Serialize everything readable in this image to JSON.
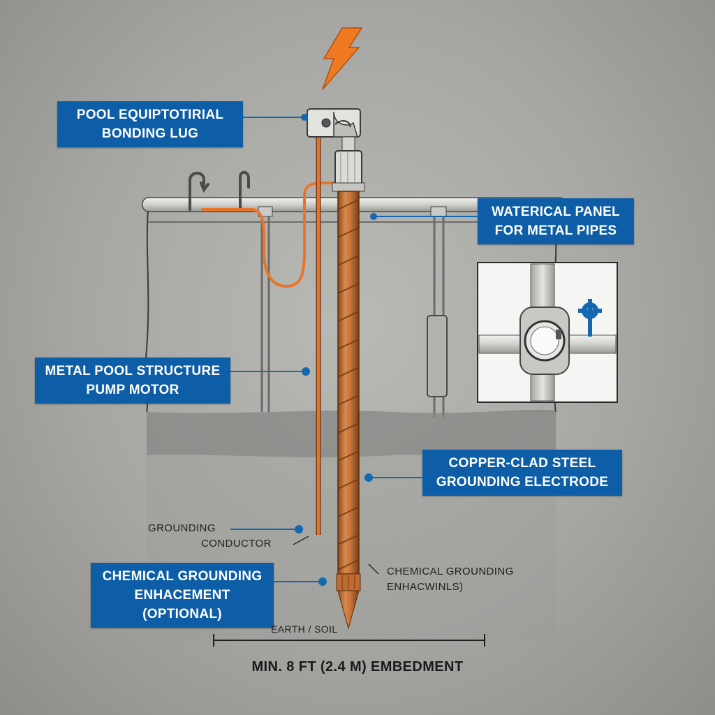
{
  "labels": {
    "bonding_lug": {
      "line1": "POOL EQUIPTOTIRIAL",
      "line2": "BONDING LUG"
    },
    "waterical_panel": {
      "line1": "WATERICAL PANEL",
      "line2": "FOR METAL PIPES"
    },
    "metal_pool": {
      "line1": "METAL POOL STRUCTURE",
      "line2": "PUMP MOTOR"
    },
    "copper_electrode": {
      "line1": "COPPER-CLAD STEEL",
      "line2": "GROUNDING ELECTRODE"
    },
    "grounding_conductor": {
      "line1": "GROUNDING",
      "line2": "CONDUCTOR"
    },
    "chemical_optional": {
      "line1": "CHEMICAL GROUNDING",
      "line2": "ENHACEMENT (OPTIONAL)"
    },
    "chemical_right": {
      "line1": "CHEMICAL GROUNDING",
      "line2": "ENHACWINLS)"
    },
    "earth_soil": "EARTH / SOIL",
    "embedment": "MIN. 8 FT (2.4 M) EMBEDMENT"
  },
  "colors": {
    "label_box": "#0d5ea6",
    "copper": "#c8773c",
    "conductor": "#e8742a",
    "lightning": "#f07a22",
    "pipe": "#d9d9d6"
  },
  "icons": [
    "lightning-bolt-icon",
    "gear-arrow-icon"
  ]
}
